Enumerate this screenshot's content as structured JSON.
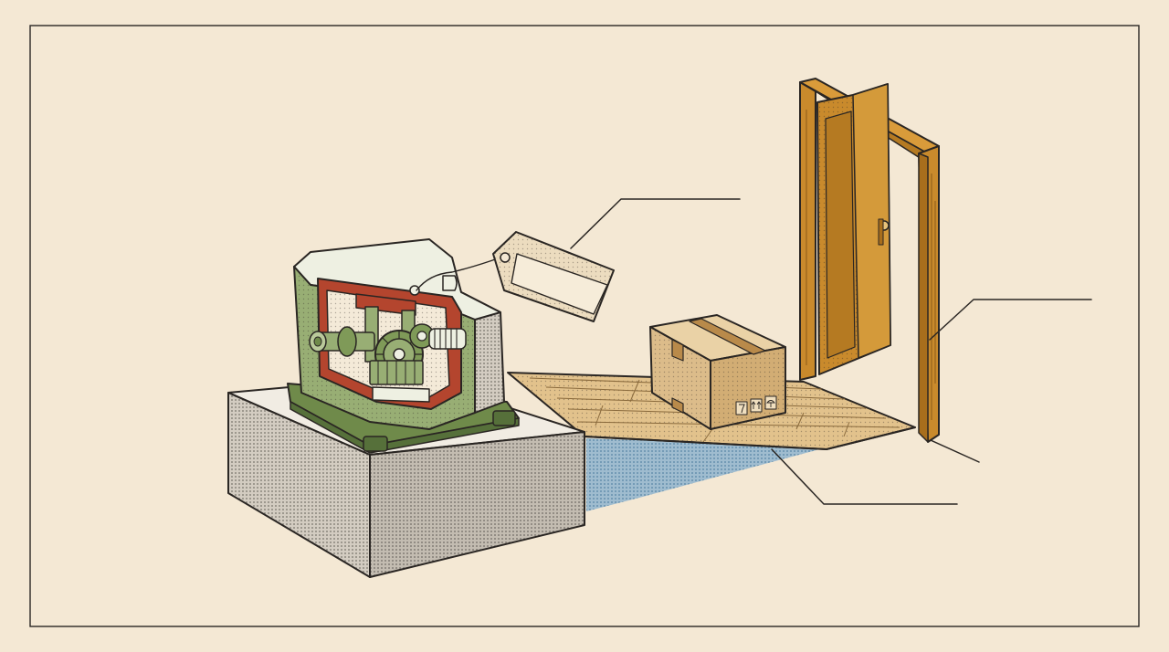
{
  "colors": {
    "paper": "#f4e8d4",
    "ink": "#2a2623",
    "machine_green": "#8fa56a",
    "machine_red": "#b4452e",
    "wood_orange": "#c98a2c",
    "cardboard": "#dcbc8a",
    "tape": "#b98a4a",
    "shadow_blue": "#8fb0c6",
    "pedestal_grey": "#cfc7bb"
  },
  "icons": [
    "fragile-icon",
    "this-side-up-icon",
    "keep-dry-icon"
  ],
  "callouts": [
    {
      "name": "tag-callout",
      "label": ""
    },
    {
      "name": "door-callout",
      "label": ""
    },
    {
      "name": "ramp-callout",
      "label": ""
    }
  ],
  "tag": {
    "label": ""
  }
}
